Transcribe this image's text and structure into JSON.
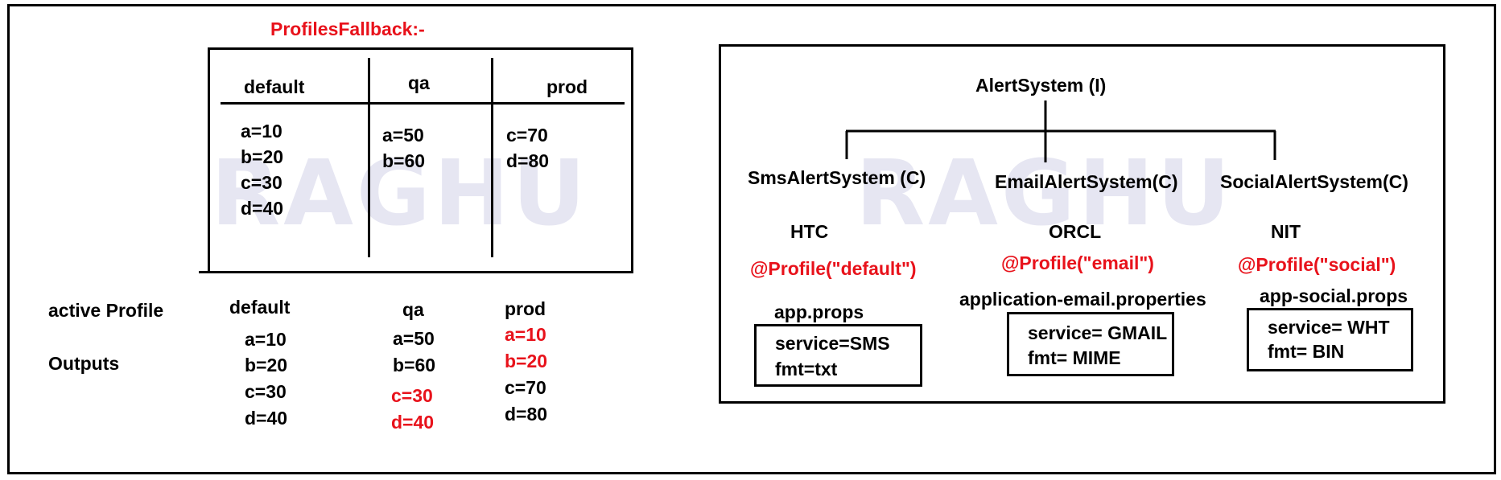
{
  "watermark": "RAGHU",
  "left": {
    "heading": "ProfilesFallback:-",
    "columns": [
      {
        "name": "default",
        "props": [
          "a=10",
          "b=20",
          "c=30",
          "d=40"
        ]
      },
      {
        "name": "qa",
        "props": [
          "a=50",
          "b=60"
        ]
      },
      {
        "name": "prod",
        "props": [
          "c=70",
          "d=80"
        ]
      }
    ],
    "active_profile_label": "active Profile",
    "outputs_label": "Outputs",
    "outputs": [
      {
        "profile": "default",
        "values": [
          {
            "text": "a=10",
            "color": "#000000"
          },
          {
            "text": "b=20",
            "color": "#000000"
          },
          {
            "text": "c=30",
            "color": "#000000"
          },
          {
            "text": "d=40",
            "color": "#000000"
          }
        ]
      },
      {
        "profile": "qa",
        "values": [
          {
            "text": "a=50",
            "color": "#000000"
          },
          {
            "text": "b=60",
            "color": "#000000"
          },
          {
            "text": "c=30",
            "color": "#e8121b"
          },
          {
            "text": "d=40",
            "color": "#e8121b"
          }
        ]
      },
      {
        "profile": "prod",
        "values": [
          {
            "text": "a=10",
            "color": "#e8121b"
          },
          {
            "text": "b=20",
            "color": "#e8121b"
          },
          {
            "text": "c=70",
            "color": "#000000"
          },
          {
            "text": "d=80",
            "color": "#000000"
          }
        ]
      }
    ]
  },
  "right": {
    "root": "AlertSystem  (I)",
    "children": [
      {
        "name": "SmsAlertSystem (C)",
        "vendor": "HTC",
        "annotation": "@Profile(\"default\")",
        "file": "app.props",
        "props": [
          "service=SMS",
          "fmt=txt"
        ]
      },
      {
        "name": "EmailAlertSystem(C)",
        "vendor": "ORCL",
        "annotation": "@Profile(\"email\")",
        "file": "application-email.properties",
        "props": [
          "service= GMAIL",
          "fmt= MIME"
        ]
      },
      {
        "name": "SocialAlertSystem(C)",
        "vendor": "NIT",
        "annotation": "@Profile(\"social\")",
        "file": "app-social.props",
        "props": [
          "service= WHT",
          "fmt= BIN"
        ]
      }
    ]
  },
  "colors": {
    "accent_red": "#e8121b",
    "watermark": "#e6e6f2"
  }
}
